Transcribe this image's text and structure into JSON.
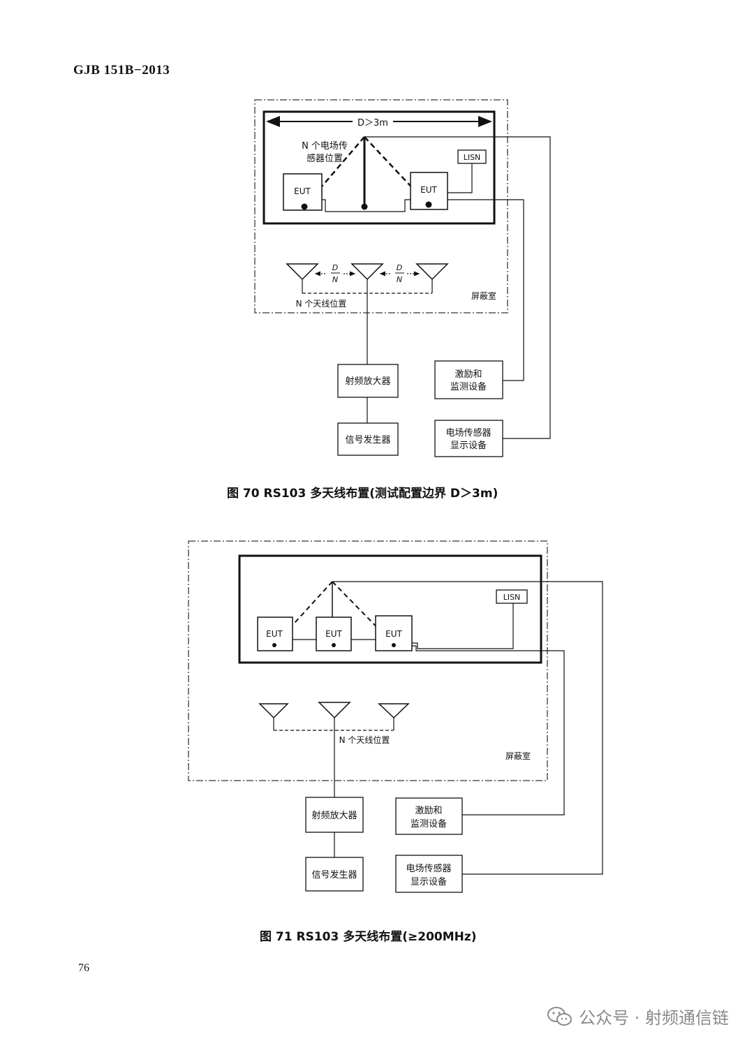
{
  "header": {
    "standard_code": "GJB 151B−2013"
  },
  "figure70": {
    "caption": "图 70   RS103 多天线布置(测试配置边界 D＞3m)",
    "dimension_label": "D＞3m",
    "sensor_label_line1": "N 个电场传",
    "sensor_label_line2": "感器位置",
    "lisn": "LISN",
    "eut": "EUT",
    "spacing_num": "D",
    "spacing_den": "N",
    "antenna_label": "N 个天线位置",
    "shield_room": "屏蔽室",
    "rf_amp": "射频放大器",
    "signal_gen": "信号发生器",
    "stim_line1": "激励和",
    "stim_line2": "监测设备",
    "sensor_disp_line1": "电场传感器",
    "sensor_disp_line2": "显示设备"
  },
  "figure71": {
    "caption": "图 71   RS103 多天线布置(≥200MHz)",
    "lisn": "LISN",
    "eut": "EUT",
    "antenna_label": "N 个天线位置",
    "shield_room": "屏蔽室",
    "rf_amp": "射频放大器",
    "signal_gen": "信号发生器",
    "stim_line1": "激励和",
    "stim_line2": "监测设备",
    "sensor_disp_line1": "电场传感器",
    "sensor_disp_line2": "显示设备"
  },
  "footer": {
    "page_number": "76",
    "watermark": "公众号 · 射频通信链",
    "watermark_icon": "wechat-icon"
  }
}
